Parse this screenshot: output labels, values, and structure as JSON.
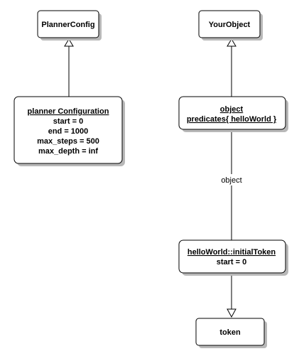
{
  "nodes": {
    "planner_config": {
      "title": "PlannerConfig"
    },
    "your_object": {
      "title": "YourObject"
    },
    "planner_instance": {
      "title": "planner Configuration",
      "attributes": [
        "start = 0",
        "end = 1000",
        "max_steps = 500",
        "max_depth = inf"
      ]
    },
    "object_instance": {
      "title_line1": "object",
      "title_line2": "predicates{ helloWorld }"
    },
    "token_instance": {
      "title": "helloWorld::initialToken",
      "attributes": [
        "start = 0"
      ]
    },
    "token": {
      "title": "token"
    }
  },
  "edges": {
    "object_link": {
      "label": "object"
    }
  }
}
